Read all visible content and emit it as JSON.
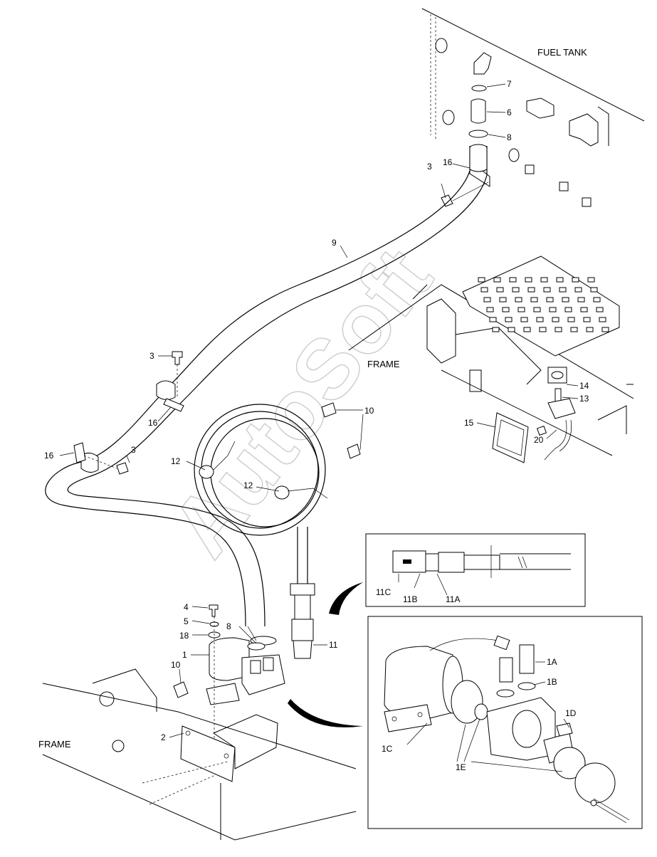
{
  "labels": {
    "fuel_tank": "FUEL TANK",
    "frame_upper": "FRAME",
    "frame_lower": "FRAME",
    "watermark": "AutoSoft"
  },
  "callouts": {
    "c7": "7",
    "c6": "6",
    "c8_top": "8",
    "c16_top": "16",
    "c3_top": "3",
    "c9": "9",
    "c3_left": "3",
    "c16_mid": "16",
    "c16_left": "16",
    "c3_mid": "3",
    "c12_a": "12",
    "c12_b": "12",
    "c10_top": "10",
    "c14": "14",
    "c13": "13",
    "c15": "15",
    "c20": "20",
    "c11c": "11C",
    "c11b": "11B",
    "c11a": "11A",
    "c4": "4",
    "c5": "5",
    "c18": "18",
    "c8_bot": "8",
    "c11": "11",
    "c1": "1",
    "c10_bot": "10",
    "c2": "2",
    "c1a": "1A",
    "c1b": "1B",
    "c1d": "1D",
    "c1c": "1C",
    "c1e": "1E"
  }
}
